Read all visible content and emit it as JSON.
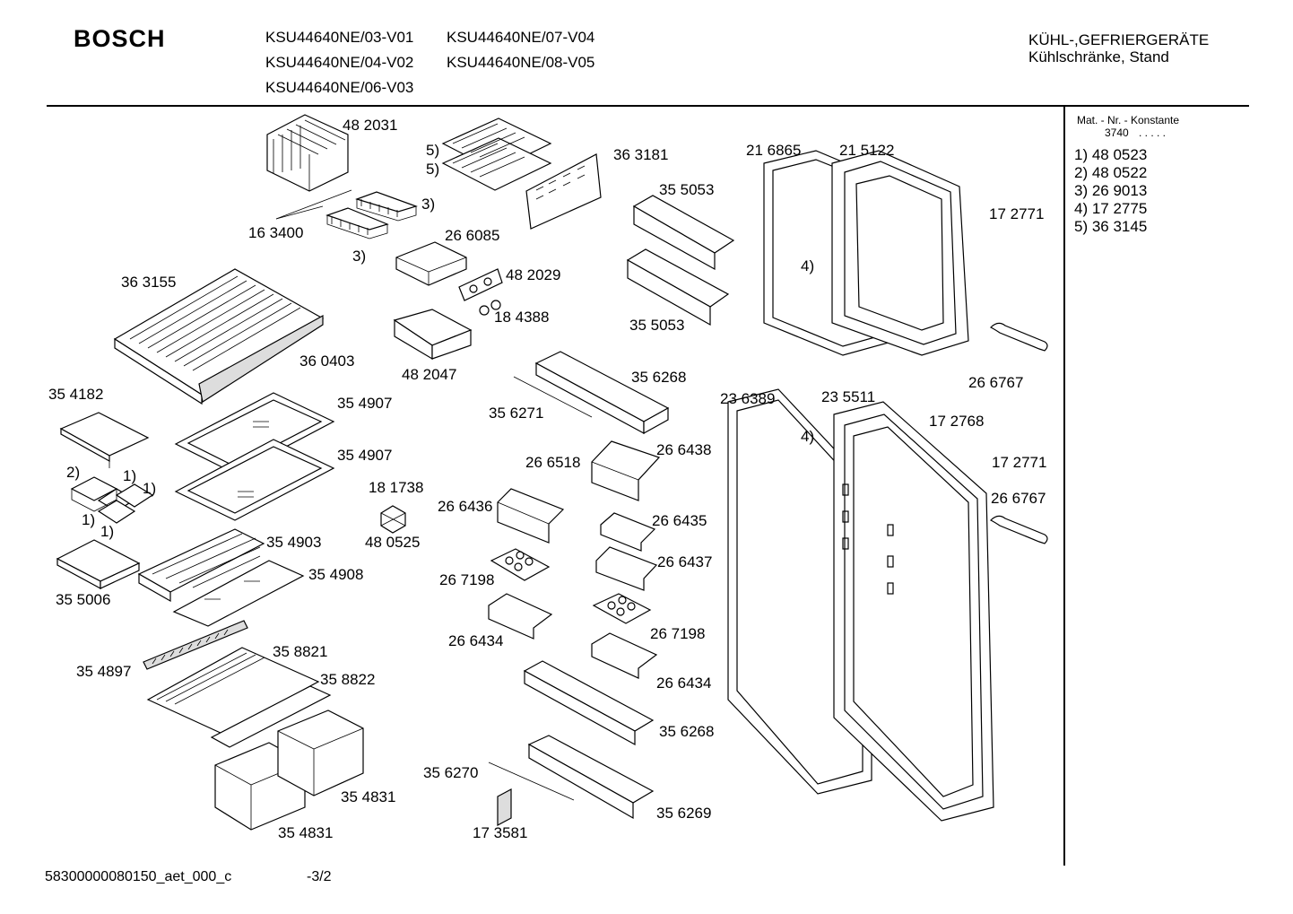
{
  "header": {
    "brand": "BOSCH",
    "models": [
      "KSU44640NE/03-V01",
      "KSU44640NE/07-V04",
      "KSU44640NE/04-V02",
      "KSU44640NE/08-V05",
      "KSU44640NE/06-V03"
    ],
    "category_line1": "KÜHL-,GEFRIERGERÄTE",
    "category_line2": "Kühlschränke, Stand"
  },
  "legend": {
    "heading": "Mat. - Nr. - Konstante",
    "constant": "3740",
    "dots": ". . . . .",
    "items": [
      "1)  48 0523",
      "2)  48 0522",
      "3)  26 9013",
      "4)  17 2775",
      "5)  36 3145"
    ]
  },
  "labels": {
    "l482031": "48 2031",
    "l5a": "5)",
    "l5b": "5)",
    "l363181": "36 3181",
    "l216865": "21 6865",
    "l215122": "21 5122",
    "l3a": "3)",
    "l3b": "3)",
    "l163400": "16 3400",
    "l266085": "26 6085",
    "l355053a": "35 5053",
    "l172771a": "17 2771",
    "l4a": "4)",
    "l363155": "36 3155",
    "l482029": "48 2029",
    "l184388": "18 4388",
    "l355053b": "35 5053",
    "l360403": "36 0403",
    "l482047": "48 2047",
    "l266767a": "26 6767",
    "l356268a": "35 6268",
    "l354182": "35 4182",
    "l354907a": "35 4907",
    "l356271": "35 6271",
    "l236389": "23 6389",
    "l235511": "23 5511",
    "l172768": "17 2768",
    "l4b": "4)",
    "l354907b": "35 4907",
    "l266438": "26 6438",
    "l266518": "26 6518",
    "l172771b": "17 2771",
    "l2": "2)",
    "l1a": "1)",
    "l1b": "1)",
    "l1c": "1)",
    "l1d": "1)",
    "l181738": "18 1738",
    "l266436": "26 6436",
    "l266767b": "26 6767",
    "l266435": "26 6435",
    "l480525": "48 0525",
    "l354903": "35 4903",
    "l266437": "26 6437",
    "l354908": "35 4908",
    "l355006": "35 5006",
    "l267198a": "26 7198",
    "l266434a": "26 6434",
    "l267198b": "26 7198",
    "l358821": "35 8821",
    "l354897": "35 4897",
    "l266434b": "26 6434",
    "l358822": "35 8822",
    "l356268b": "35 6268",
    "l356270": "35 6270",
    "l354831a": "35 4831",
    "l356269": "35 6269",
    "l354831b": "35 4831",
    "l173581": "17 3581"
  },
  "footer": {
    "doc_id": "58300000080150_aet_000_c",
    "page": "-3/2"
  }
}
